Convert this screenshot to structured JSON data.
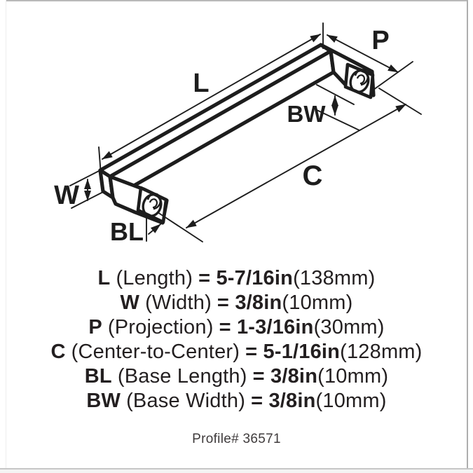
{
  "diagram": {
    "labels": {
      "length": "L",
      "projection": "P",
      "base_width": "BW",
      "width": "W",
      "center_to_center": "C",
      "base_length": "BL"
    }
  },
  "specs": [
    {
      "label": "L",
      "name": "(Length)",
      "value": "= 5-7/16in",
      "metric": "(138mm)"
    },
    {
      "label": "W",
      "name": "(Width)",
      "value": "= 3/8in",
      "metric": "(10mm)"
    },
    {
      "label": "P",
      "name": "(Projection)",
      "value": "= 1-3/16in",
      "metric": "(30mm)"
    },
    {
      "label": "C",
      "name": "(Center-to-Center)",
      "value": "= 5-1/16in",
      "metric": "(128mm)"
    },
    {
      "label": "BL",
      "name": "(Base Length)",
      "value": "= 3/8in",
      "metric": "(10mm)"
    },
    {
      "label": "BW",
      "name": "(Base Width)",
      "value": "= 3/8in",
      "metric": "(10mm)"
    }
  ],
  "footer": {
    "profile": "Profile# 36571"
  },
  "colors": {
    "ink": "#1d1d1d",
    "frame_gray": "#b9b9b9",
    "divider_gray": "#c6c6c6"
  }
}
